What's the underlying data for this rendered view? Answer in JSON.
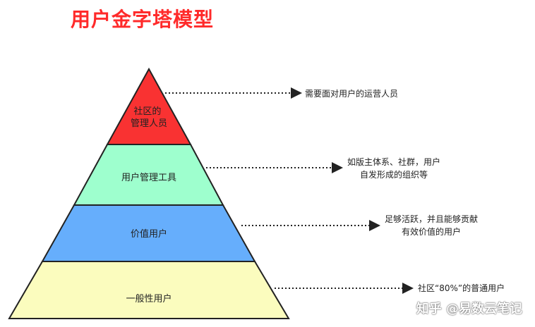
{
  "title": "用户金字塔模型",
  "levels": [
    {
      "label_lines": [
        "社区的",
        "管理人员"
      ],
      "color": "#f93232"
    },
    {
      "label_lines": [
        "用户管理工具"
      ],
      "color": "#9effce"
    },
    {
      "label_lines": [
        "价值用户"
      ],
      "color": "#66aefc"
    },
    {
      "label_lines": [
        "一般性用户"
      ],
      "color": "#fbfcbe"
    }
  ],
  "annotations": [
    {
      "lines": [
        "需要面对用户的运营人员"
      ]
    },
    {
      "lines": [
        "如版主体系、社群，用户",
        "自发形成的组织等"
      ]
    },
    {
      "lines": [
        "足够活跃，并且能够贡献",
        "有效价值的用户"
      ]
    },
    {
      "lines": [
        "社区“80%”的普通用户"
      ]
    }
  ],
  "watermark": "知乎 @易数云笔记"
}
